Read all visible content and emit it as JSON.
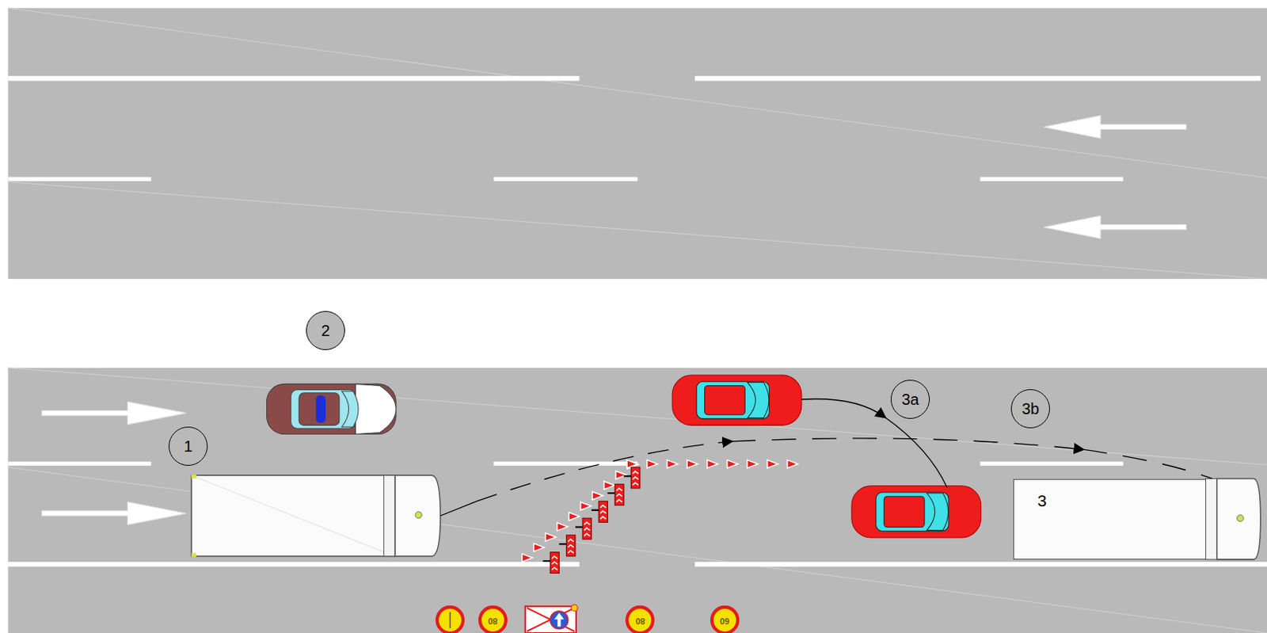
{
  "diagram": {
    "nodes": [
      {
        "text": [
          "1"
        ]
      },
      {
        "text": [
          "2"
        ]
      },
      {
        "text": [
          "3a"
        ]
      },
      {
        "text": [
          "3b"
        ]
      },
      {
        "text": [
          "3"
        ]
      }
    ],
    "labels": [
      "80",
      "80",
      "60"
    ]
  }
}
